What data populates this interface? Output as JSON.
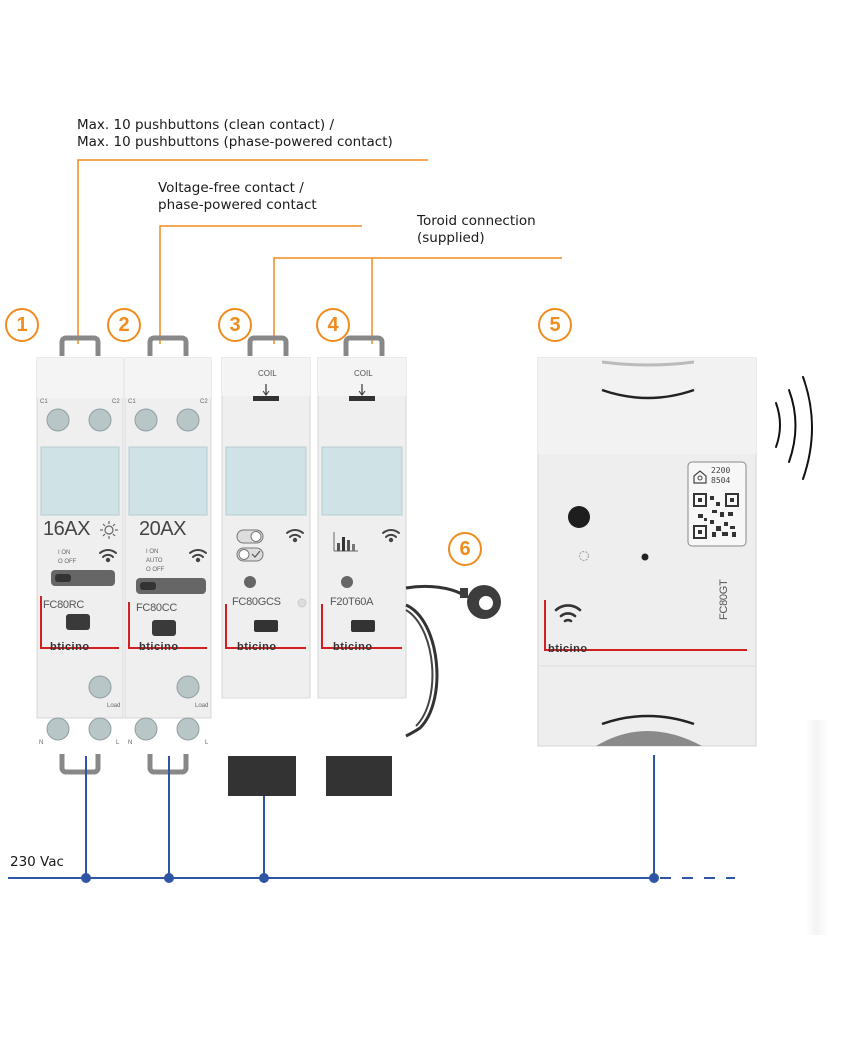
{
  "colors": {
    "callout_line": "#f08c1e",
    "bus_line": "#2f56a6",
    "brand_red": "#d22020",
    "module_body": "#eeeeee"
  },
  "callouts": {
    "pushbuttons": {
      "line1": "Max. 10 pushbuttons (clean contact) /",
      "line2": "Max. 10 pushbuttons (phase-powered contact)"
    },
    "contact": {
      "line1": "Voltage-free contact /",
      "line2": "phase-powered contact"
    },
    "toroid": {
      "line1": "Toroid connection",
      "line2": "(supplied)"
    }
  },
  "badges": [
    "1",
    "2",
    "3",
    "4",
    "5",
    "6"
  ],
  "modules": [
    {
      "id": 1,
      "model": "FC80RC",
      "rating": "16AX",
      "terminals_top": [
        "C1",
        "C2"
      ],
      "terminals_bottom": [
        "N",
        "L"
      ],
      "load_label": "Load",
      "modes": [
        "I ON",
        "O OFF"
      ],
      "icon": "sun-icon",
      "brand": "bticino"
    },
    {
      "id": 2,
      "model": "FC80CC",
      "rating": "20AX",
      "terminals_top": [
        "C1",
        "C2"
      ],
      "terminals_bottom": [
        "N",
        "L"
      ],
      "load_label": "Load",
      "modes": [
        "I ON",
        "AUTO",
        "O OFF"
      ],
      "brand": "bticino"
    },
    {
      "id": 3,
      "model": "FC80GCS",
      "coil_label": "COIL",
      "icon": "toggle-switch-icon",
      "brand": "bticino"
    },
    {
      "id": 4,
      "model": "F20T60A",
      "coil_label": "COIL",
      "icon": "bar-chart-icon",
      "brand": "bticino"
    },
    {
      "id": 5,
      "model": "FC80GT",
      "qr_code_text": [
        "2200",
        "8504"
      ],
      "brand": "bticino"
    }
  ],
  "bus": {
    "label": "230 Vac"
  }
}
